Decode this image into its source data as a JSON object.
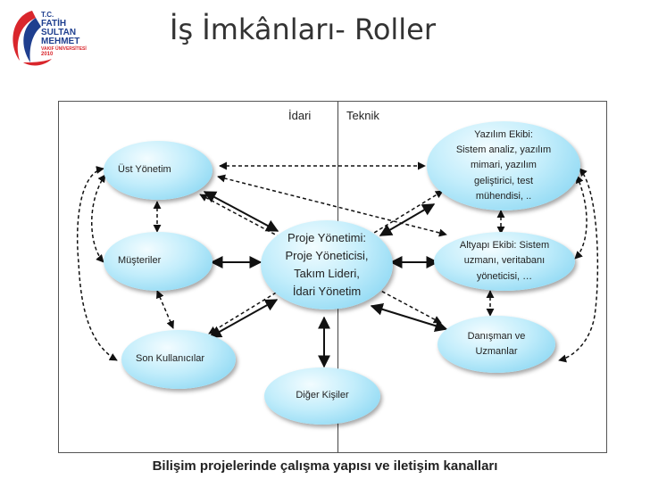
{
  "logo": {
    "line1": "T.C.",
    "line2": "FATİH",
    "line3": "SULTAN",
    "line4": "MEHMET",
    "line5": "VAKIF ÜNİVERSİTESİ",
    "line6": "2010",
    "colors": {
      "red": "#d9262c",
      "blue": "#1f3f8f"
    }
  },
  "title": "İş İmkânları- Roller",
  "diagram": {
    "column_left": "İdari",
    "column_right": "Teknik",
    "nodes": {
      "ust_yonetim": "Üst Yönetim",
      "musteriler": "Müşteriler",
      "son_kullanicilar": "Son Kullanıcılar",
      "diger_kisiler": "Diğer Kişiler",
      "proje": [
        "Proje Yönetimi:",
        "Proje Yöneticisi,",
        "Takım Lideri,",
        "İdari Yönetim"
      ],
      "yazilim": [
        "Yazılım Ekibi:",
        "Sistem analiz, yazılım",
        "mimari, yazılım",
        "geliştirici, test",
        "mühendisi, .."
      ],
      "altyapi": [
        "Altyapı Ekibi: Sistem",
        "uzmanı, veritabanı",
        "yöneticisi, …"
      ],
      "danisman": [
        "Danışman ve",
        "Uzmanlar"
      ]
    }
  },
  "caption": "Bilişim projelerinde çalışma yapısı ve iletişim kanalları"
}
